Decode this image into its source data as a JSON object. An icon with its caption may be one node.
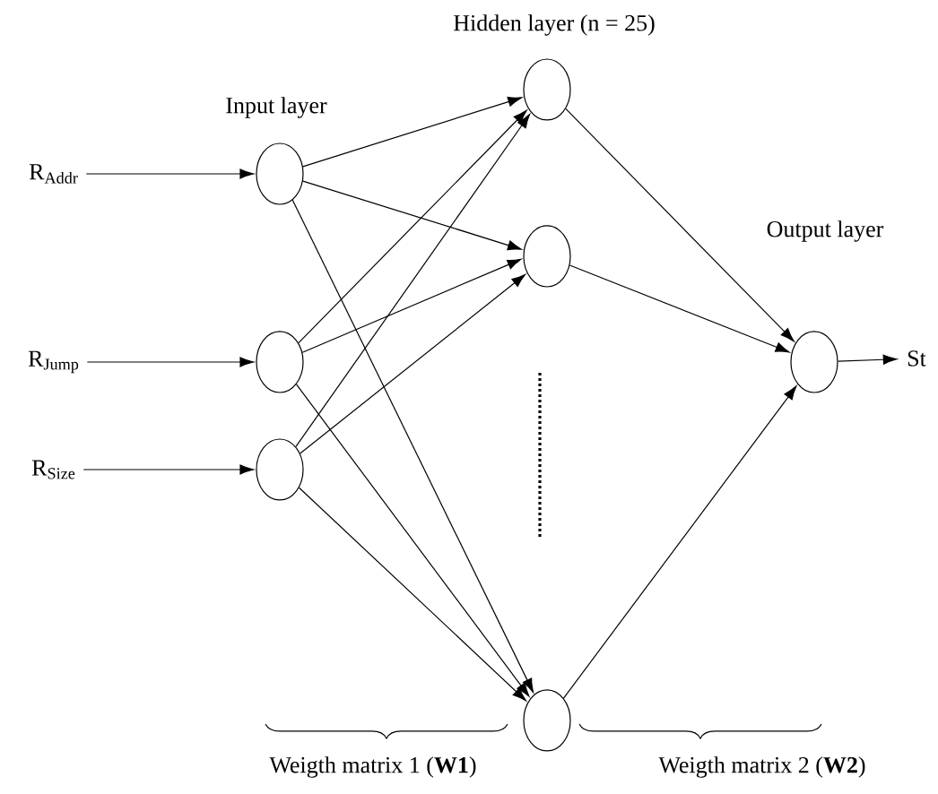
{
  "diagram": {
    "nodes": [
      {
        "text": [
          "R$_{Addr}$"
        ]
      },
      {
        "text": [
          "R$_{Jump}$"
        ]
      },
      {
        "text": [
          "R$_{Size}$"
        ]
      },
      {
        "text": [],
        "shape": "circle"
      },
      {
        "text": [],
        "shape": "circle"
      },
      {
        "text": [],
        "shape": "circle"
      },
      {
        "text": [],
        "shape": "circle"
      },
      {
        "text": [],
        "shape": "circle"
      },
      {
        "text": [],
        "shape": "circle"
      },
      {
        "text": [],
        "shape": "circle"
      },
      {
        "text": [
          "St"
        ]
      }
    ],
    "edges": [
      {
        "from": 0,
        "to": 3,
        "arrow": "to"
      },
      {
        "from": 1,
        "to": 4,
        "arrow": "to"
      },
      {
        "from": 2,
        "to": 5,
        "arrow": "to"
      },
      {
        "from": 3,
        "to": 6,
        "arrow": "to"
      },
      {
        "from": 3,
        "to": 7,
        "arrow": "to"
      },
      {
        "from": 3,
        "to": 8,
        "arrow": "to"
      },
      {
        "from": 4,
        "to": 6,
        "arrow": "to"
      },
      {
        "from": 4,
        "to": 7,
        "arrow": "to"
      },
      {
        "from": 4,
        "to": 8,
        "arrow": "to"
      },
      {
        "from": 5,
        "to": 6,
        "arrow": "to"
      },
      {
        "from": 5,
        "to": 7,
        "arrow": "to"
      },
      {
        "from": 5,
        "to": 8,
        "arrow": "to"
      },
      {
        "from": 6,
        "to": 9,
        "arrow": "to"
      },
      {
        "from": 7,
        "to": 9,
        "arrow": "to"
      },
      {
        "from": 8,
        "to": 9,
        "arrow": "to"
      },
      {
        "from": 9,
        "to": 10,
        "arrow": "to"
      }
    ],
    "labels": [
      "Hidden layer (n = 25)",
      "Input layer",
      "Output layer",
      "Weigth matrix 1 (**W1**)",
      "Weigth matrix 2 (**W2**)"
    ]
  }
}
